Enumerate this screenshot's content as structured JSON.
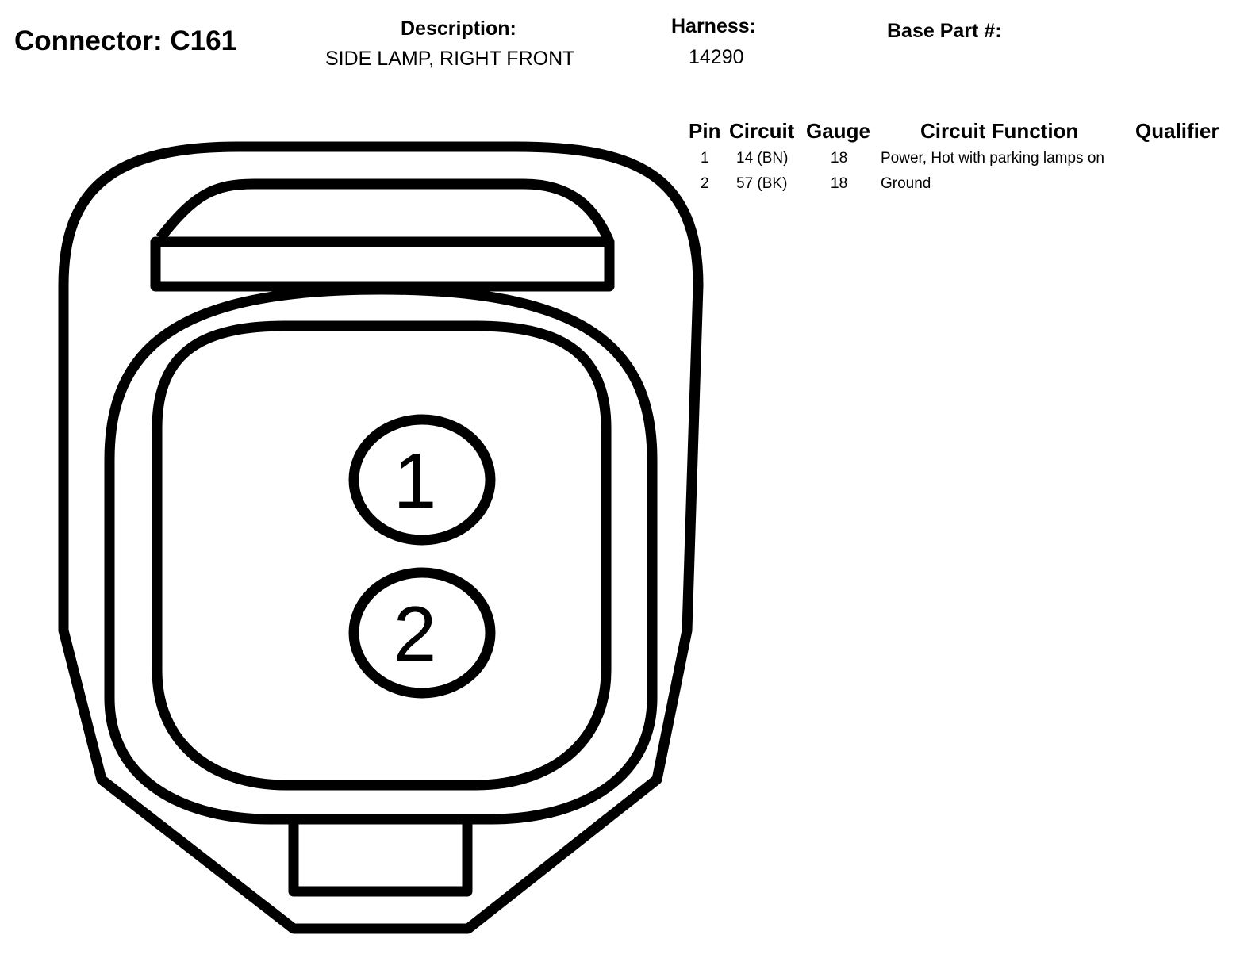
{
  "header": {
    "connector_title": "Connector: C161",
    "description_heading": "Description:",
    "description_value": "SIDE LAMP, RIGHT FRONT",
    "harness_heading": "Harness:",
    "harness_value": "14290",
    "base_part_heading": "Base Part #:"
  },
  "pin_table": {
    "columns": [
      "Pin",
      "Circuit",
      "Gauge",
      "Circuit Function",
      "Qualifier"
    ],
    "rows": [
      {
        "pin": "1",
        "circuit": "14 (BN)",
        "gauge": "18",
        "function": "Power, Hot with parking lamps on",
        "qualifier": ""
      },
      {
        "pin": "2",
        "circuit": "57 (BK)",
        "gauge": "18",
        "function": "Ground",
        "qualifier": ""
      }
    ]
  },
  "diagram": {
    "pins": [
      {
        "label": "1"
      },
      {
        "label": "2"
      }
    ],
    "stroke_color": "#000000",
    "fill_color": "#ffffff"
  }
}
